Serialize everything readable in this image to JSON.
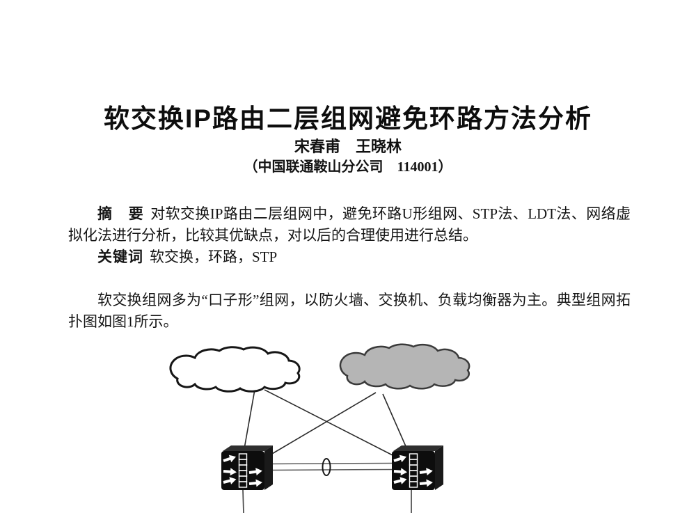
{
  "document": {
    "title": "软交换IP路由二层组网避免环路方法分析",
    "authors": "宋春甫　王晓林",
    "affiliation": "（中国联通鞍山分公司　114001）"
  },
  "abstract": {
    "label": "摘　要",
    "text": "对软交换IP路由二层组网中，避免环路U形组网、STP法、LDT法、网络虚拟化法进行分析，比较其优缺点，对以后的合理使用进行总结。",
    "keywords_label": "关键词",
    "keywords": "软交换，环路，STP"
  },
  "body": {
    "paragraph": "软交换组网多为“口子形”组网，以防火墙、交换机、负载均衡器为主。典型组网拓扑图如图1所示。"
  },
  "figure": {
    "icons": [
      "network-cloud-icon",
      "network-cloud-shaded-icon",
      "ethernet-switch-icon-left",
      "ethernet-switch-icon-right",
      "fiber-coupler-icon"
    ],
    "colors": {
      "cloud_white": "#ffffff",
      "cloud_gray": "#b5b5b5",
      "switch_body": "#0d0d0d",
      "link_line": "#2a2a2a"
    }
  }
}
